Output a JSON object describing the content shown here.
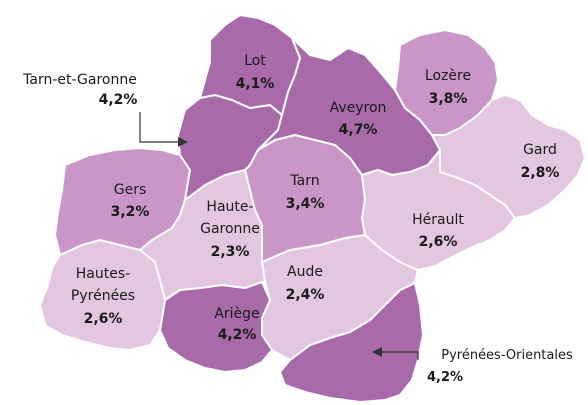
{
  "colors": {
    "level1": "#e3c6e0",
    "level2": "#c996c7",
    "level3": "#a96aaa",
    "border": "#ffffff"
  },
  "departments": [
    {
      "id": "lot",
      "name": "Lot",
      "value": "4,1%",
      "level": "level3"
    },
    {
      "id": "aveyron",
      "name": "Aveyron",
      "value": "4,7%",
      "level": "level3"
    },
    {
      "id": "lozere",
      "name": "Lozère",
      "value": "3,8%",
      "level": "level2"
    },
    {
      "id": "gard",
      "name": "Gard",
      "value": "2,8%",
      "level": "level1"
    },
    {
      "id": "tarn-et-garonne",
      "name": "Tarn-et-Garonne",
      "value": "4,2%",
      "level": "level3"
    },
    {
      "id": "gers",
      "name": "Gers",
      "value": "3,2%",
      "level": "level2"
    },
    {
      "id": "tarn",
      "name": "Tarn",
      "value": "3,4%",
      "level": "level2"
    },
    {
      "id": "haute-garonne",
      "name_line1": "Haute-",
      "name_line2": "Garonne",
      "value": "2,3%",
      "level": "level1"
    },
    {
      "id": "herault",
      "name": "Hérault",
      "value": "2,6%",
      "level": "level1"
    },
    {
      "id": "hautes-pyrenees",
      "name_line1": "Hautes-",
      "name_line2": "Pyrénées",
      "value": "2,6%",
      "level": "level1"
    },
    {
      "id": "aude",
      "name": "Aude",
      "value": "2,4%",
      "level": "level1"
    },
    {
      "id": "ariege",
      "name": "Ariège",
      "value": "4,2%",
      "level": "level3"
    },
    {
      "id": "pyrenees-orientales",
      "name": "Pyrénées-Orientales",
      "value": "4,2%",
      "level": "level3"
    }
  ],
  "labels": {
    "lot_name": "Lot",
    "lot_value": "4,1%",
    "aveyron_name": "Aveyron",
    "aveyron_value": "4,7%",
    "lozere_name": "Lozère",
    "lozere_value": "3,8%",
    "gard_name": "Gard",
    "gard_value": "2,8%",
    "tg_name": "Tarn-et-Garonne",
    "tg_value": "4,2%",
    "gers_name": "Gers",
    "gers_value": "3,2%",
    "tarn_name": "Tarn",
    "tarn_value": "3,4%",
    "hg_name1": "Haute-",
    "hg_name2": "Garonne",
    "hg_value": "2,3%",
    "herault_name": "Hérault",
    "herault_value": "2,6%",
    "hp_name1": "Hautes-",
    "hp_name2": "Pyrénées",
    "hp_value": "2,6%",
    "aude_name": "Aude",
    "aude_value": "2,4%",
    "ariege_name": "Ariège",
    "ariege_value": "4,2%",
    "po_name": "Pyrénées-Orientales",
    "po_value": "4,2%"
  }
}
